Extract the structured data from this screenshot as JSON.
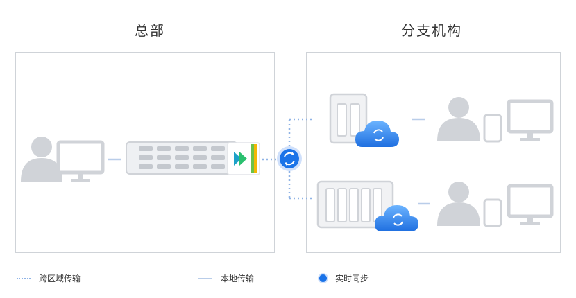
{
  "titles": {
    "hq": "总部",
    "branch": "分支机构"
  },
  "legend": {
    "wan": "跨区域传输",
    "lan": "本地传输",
    "sync": "实时同步"
  },
  "colors": {
    "accent": "#1a73e8",
    "cloud": "#2f8cf0",
    "device_gray": "#d0d3d8",
    "link_light": "#b9cde9"
  }
}
